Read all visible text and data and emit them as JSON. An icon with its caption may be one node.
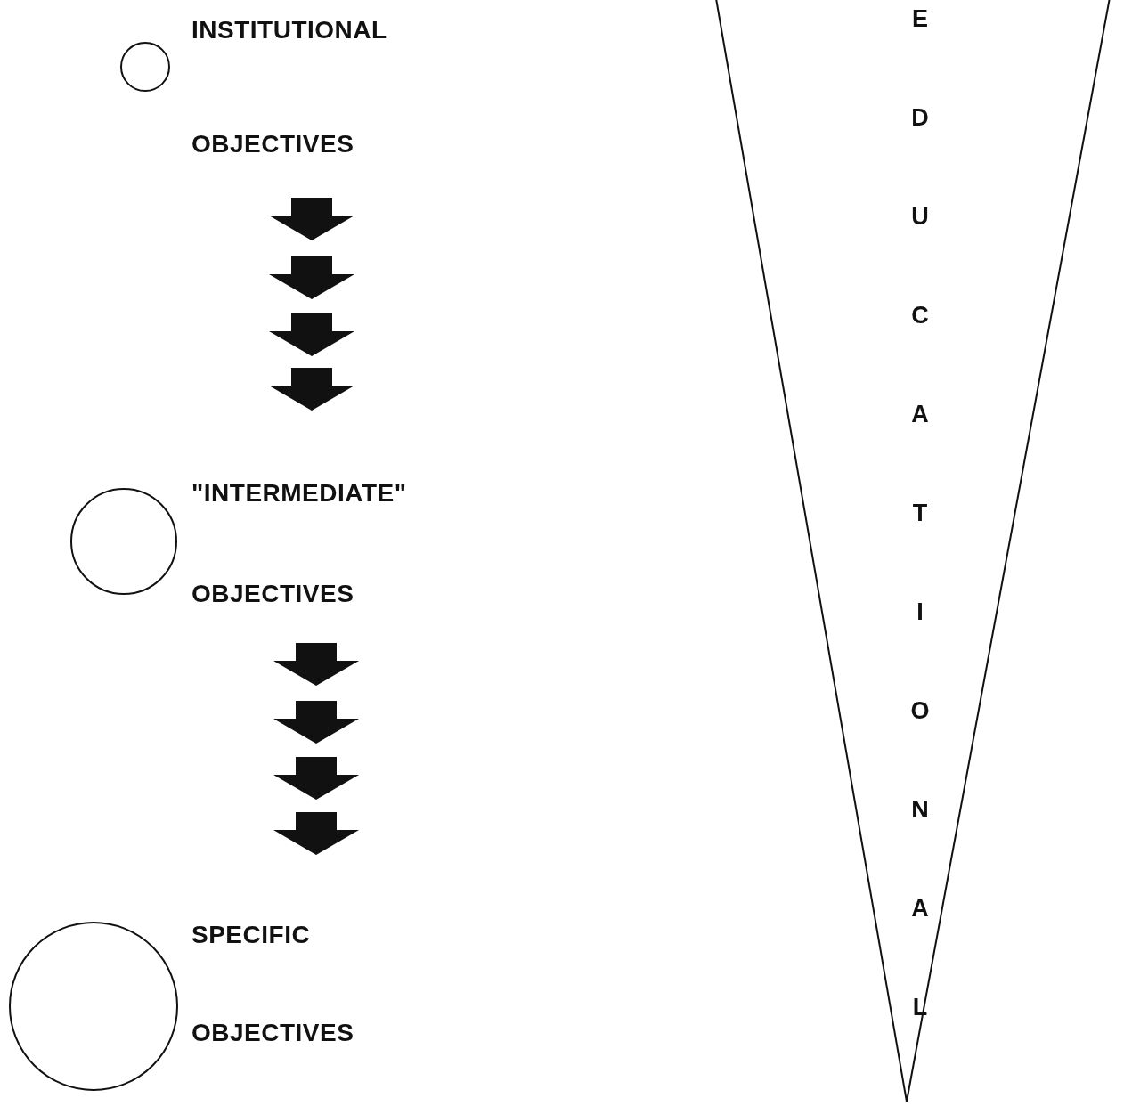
{
  "diagram": {
    "nodes": [
      {
        "text": [],
        "shape": "circle",
        "beside": [
          "INSTITUTIONAL",
          "OBJECTIVES"
        ]
      },
      {
        "text": [],
        "shape": "circle",
        "beside": [
          "\"INTERMEDIATE\"",
          "OBJECTIVES"
        ]
      },
      {
        "text": [],
        "shape": "circle",
        "beside": [
          "SPECIFIC",
          "OBJECTIVES"
        ]
      },
      {
        "text": [
          "EDUCATIONAL"
        ]
      }
    ],
    "edges": []
  }
}
